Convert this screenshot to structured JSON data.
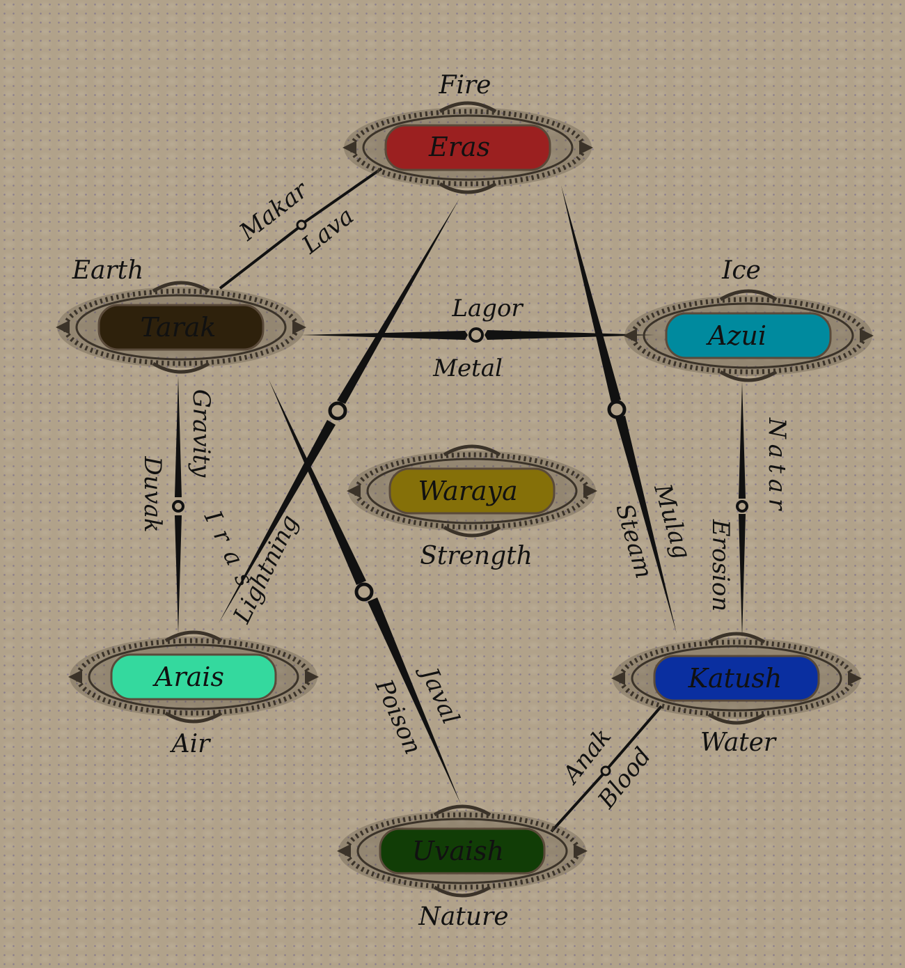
{
  "colors": {
    "frame": "#3b3329",
    "ink": "#111111",
    "eras": "#9b2020",
    "tarak": "#2e210c",
    "azui": "#008a9e",
    "waraya": "#857009",
    "arais": "#34d99e",
    "katush": "#0a2fa0",
    "uvaish": "#113d06"
  },
  "nodes": [
    {
      "id": "eras",
      "name": "Eras",
      "element": "Fire"
    },
    {
      "id": "tarak",
      "name": "Tarak",
      "element": "Earth"
    },
    {
      "id": "azui",
      "name": "Azui",
      "element": "Ice"
    },
    {
      "id": "waraya",
      "name": "Waraya",
      "element": "Strength"
    },
    {
      "id": "arais",
      "name": "Arais",
      "element": "Air"
    },
    {
      "id": "katush",
      "name": "Katush",
      "element": "Water"
    },
    {
      "id": "uvaish",
      "name": "Uvaish",
      "element": "Nature"
    }
  ],
  "links": [
    {
      "from": "eras",
      "to": "tarak",
      "name": "Makar",
      "element": "Lava"
    },
    {
      "from": "tarak",
      "to": "azui",
      "name": "Lagor",
      "element": "Metal"
    },
    {
      "from": "eras",
      "to": "arais",
      "name": "Iras",
      "element": "Lightning"
    },
    {
      "from": "eras",
      "to": "katush",
      "name": "Mulag",
      "element": "Steam"
    },
    {
      "from": "tarak",
      "to": "arais",
      "name": "Gravity",
      "element": "Duvak"
    },
    {
      "from": "azui",
      "to": "katush",
      "name": "Natar",
      "element": "Erosion"
    },
    {
      "from": "tarak",
      "to": "uvaish",
      "name": "Javal",
      "element": "Poison"
    },
    {
      "from": "katush",
      "to": "uvaish",
      "name": "Anak",
      "element": "Blood"
    }
  ]
}
